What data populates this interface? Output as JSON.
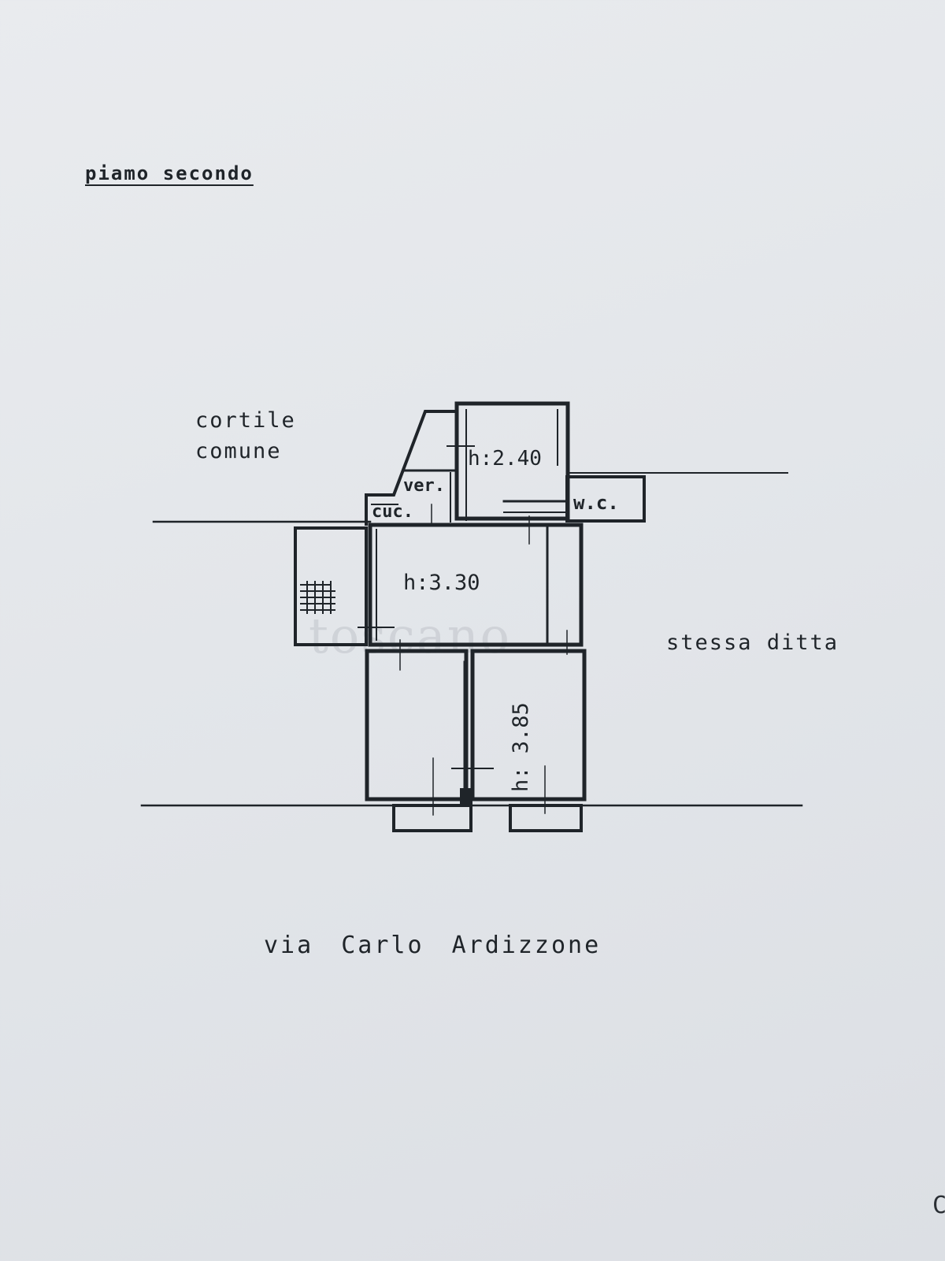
{
  "title": "piamo secondo",
  "labels": {
    "cortile_line1": "cortile",
    "cortile_line2": "comune",
    "adjacent": "stessa ditta",
    "street": "via Carlo Ardizzone"
  },
  "rooms": {
    "top_room_height": "h:2.40",
    "veranda": "ver.",
    "kitchen": "cuc.",
    "wc": "w.c.",
    "middle_room_height": "h:3.30",
    "front_room_height": "h: 3.85"
  },
  "watermark": "toscano",
  "edge_glyph": "C",
  "colors": {
    "paper": "#e6e8eb",
    "ink": "#1f2429"
  }
}
